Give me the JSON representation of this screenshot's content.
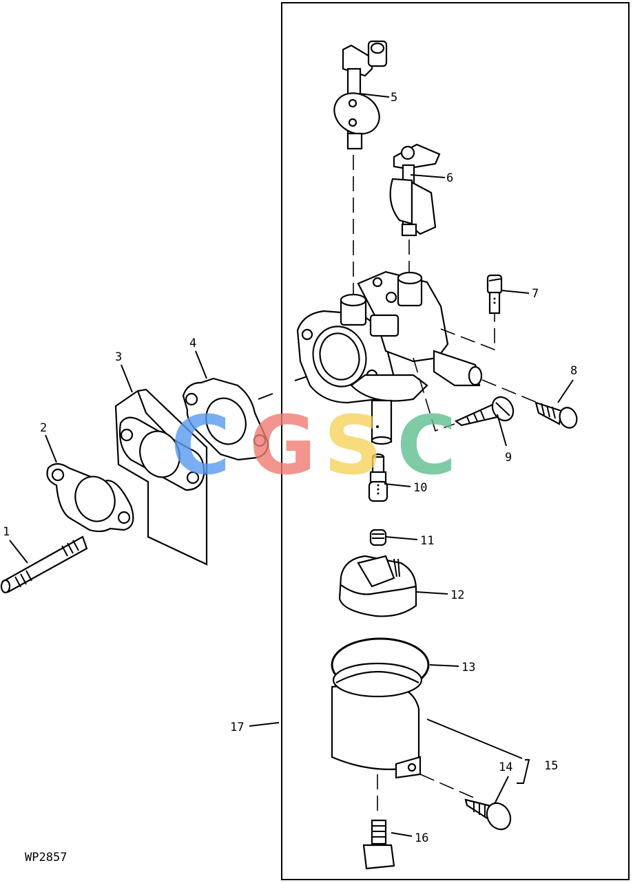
{
  "figure_id": "WP2857",
  "watermark": {
    "letters": [
      "C",
      "G",
      "S",
      "C"
    ],
    "colors": [
      "#5a9bf0",
      "#ee7b72",
      "#f6d35d",
      "#5fbf8f"
    ]
  },
  "callouts": [
    "1",
    "2",
    "3",
    "4",
    "5",
    "6",
    "7",
    "8",
    "9",
    "10",
    "11",
    "12",
    "13",
    "14",
    "15",
    "16",
    "17"
  ]
}
